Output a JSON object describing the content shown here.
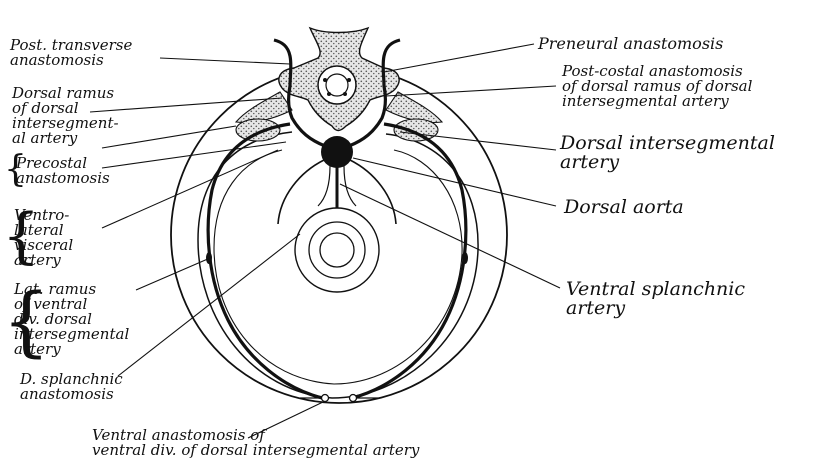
{
  "figure": {
    "labels": {
      "post_transverse_anastomosis": "Post. transverse\nanastomosis",
      "dorsal_ramus": "Dorsal ramus\nof dorsal\nintersegment-\nal artery",
      "precostal_anastomosis": "Precostal\nanastomosis",
      "ventrolateral_visceral_artery": "Ventro-\nlateral\nvisceral\nartery",
      "lat_ramus": "Lat. ramus\nof ventral\ndiv. dorsal\nintersegmental\nartery",
      "d_splanchnic_anastomosis": "D. splanchnic\nanastomosis",
      "ventral_anastomosis": "Ventral anastomosis of\nventral div. of dorsal intersegmental artery",
      "preneural_anastomosis": "Preneural anastomosis",
      "post_costal_anastomosis": "Post-costal anastomosis\nof dorsal ramus of dorsal\nintersegmental artery",
      "dorsal_intersegmental_artery": "Dorsal intersegmental\nartery",
      "dorsal_aorta": "Dorsal aorta",
      "ventral_splanchnic_artery": "Ventral splanchnic\nartery"
    },
    "colors": {
      "ink": "#111111",
      "stipple": "#cfcfcf",
      "background": "#ffffff"
    }
  }
}
